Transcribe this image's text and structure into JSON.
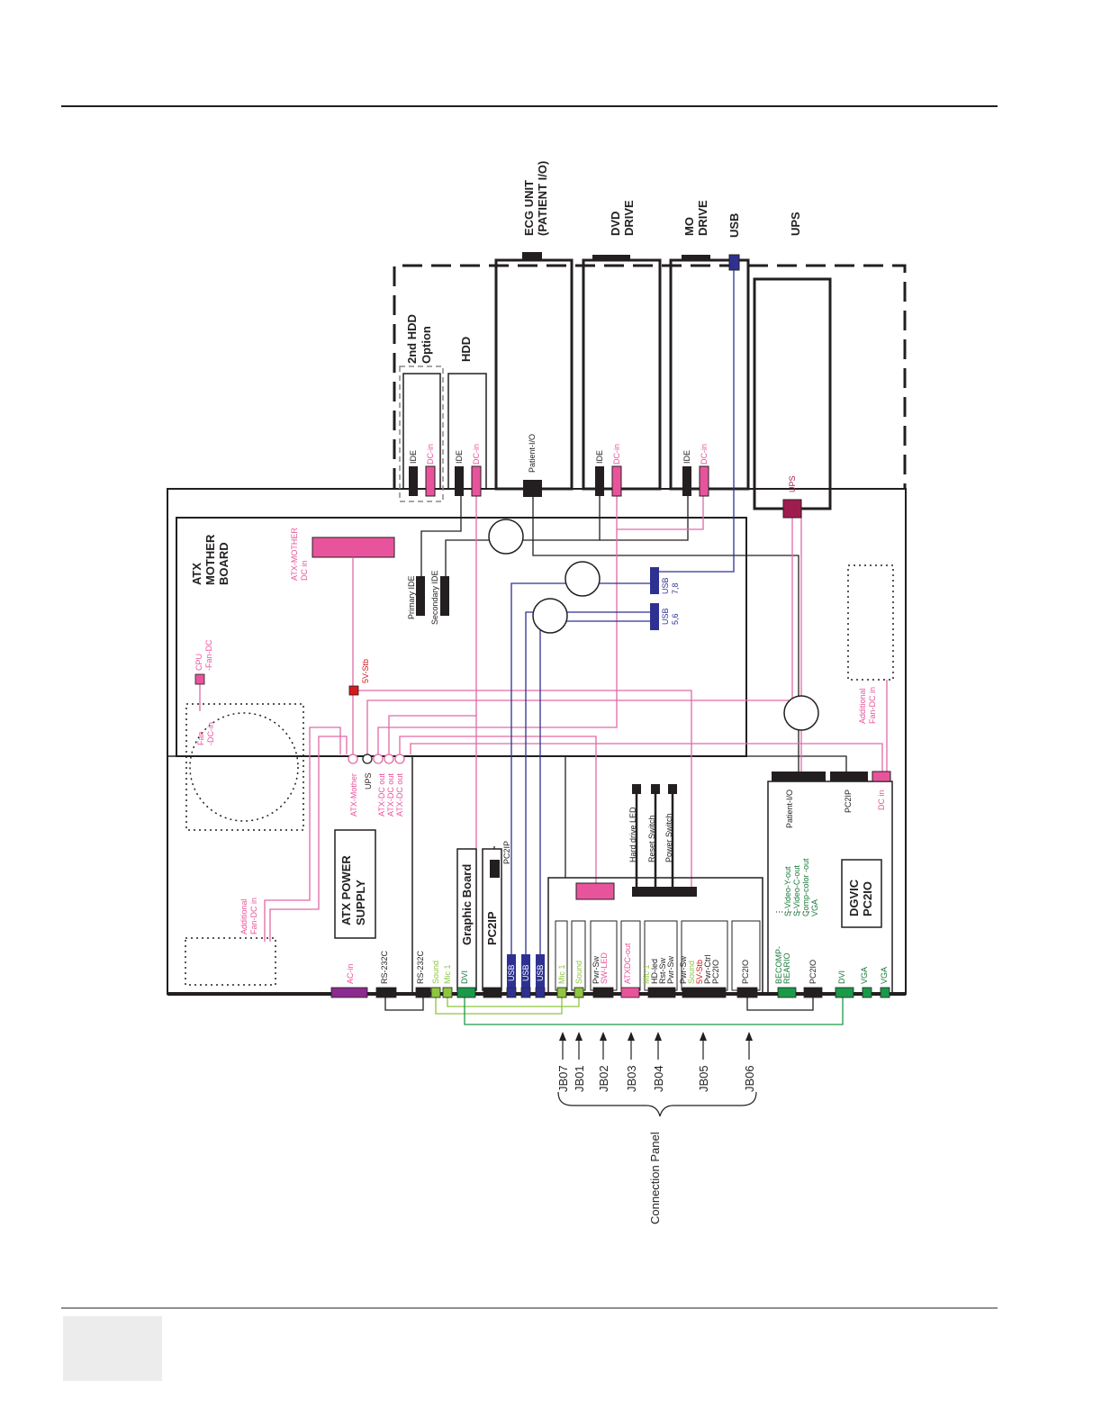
{
  "colors": {
    "black": "#231f20",
    "pink": "#e8549c",
    "pinkLine": "#e06aa6",
    "blue": "#2e3192",
    "green": "#1a9a48",
    "lime": "#8dc63f",
    "purple": "#8b2b8f",
    "ups": "#a01c4f",
    "red": "#d7191c",
    "pinkText": "#e8549c",
    "greenText": "#1a7a3c",
    "limeText": "#8dc63f",
    "blueText": "#2e3192"
  },
  "top_labels": {
    "ecg": [
      "ECG UNIT",
      "(PATIENT I/O)"
    ],
    "dvd": [
      "DVD",
      "DRIVE"
    ],
    "mo": [
      "MO",
      "DRIVE"
    ],
    "usb": "USB",
    "ups": "UPS",
    "hdd2": [
      "2nd HDD",
      "Option"
    ],
    "hdd": "HDD"
  },
  "drive_ports": {
    "ide": "IDE",
    "dcin": "DC-in",
    "patient_io": "Patient-I/O",
    "ups": "UPS"
  },
  "motherboard": {
    "title": [
      "ATX",
      "MOTHER",
      "BOARD"
    ],
    "atx_mother_dc": [
      "ATX-MOTHER",
      "DC in"
    ],
    "primary_ide": "Primary IDE",
    "secondary_ide": "Secondary IDE",
    "usb78": [
      "USB",
      "7,8"
    ],
    "usb56": [
      "USB",
      "5,6"
    ],
    "cpu_fan": [
      "CPU",
      "-Fan-DC"
    ],
    "stb": "5V-Stb",
    "fan_dc_in": [
      "Fan",
      "-DC-in"
    ]
  },
  "power_supply": {
    "title": [
      "ATX POWER",
      "SUPPLY"
    ],
    "outputs": [
      "ATX-Mother",
      "UPS",
      "ATX-DC out",
      "ATX-DC out",
      "ATX-DC out"
    ],
    "additional_fan": [
      "Additional",
      "Fan-DC in"
    ]
  },
  "right_side": {
    "additional_fan": [
      "Additional",
      "Fan-DC in"
    ],
    "patient_io": "Patient-I/O",
    "pc2ip": "PC2IP",
    "dc_in": "DC in",
    "video_outputs": [
      "S-Video-Y-out",
      "S-Video-C-out",
      "Comp-color -out",
      "VGA"
    ],
    "dgvic": [
      "DGVIC",
      "PC2IO"
    ]
  },
  "boards": {
    "graphic": "Graphic Board",
    "pc2ip": "PC2IP",
    "pc2ip_small": "PC2IP"
  },
  "switches": [
    "Hard drive LED",
    "Reset Switch",
    "Power Switch"
  ],
  "rear_panel": [
    {
      "lines": [
        "AC-in"
      ],
      "color": "pink"
    },
    {
      "lines": [
        "RS-232C"
      ],
      "color": "black"
    },
    {
      "lines": [
        "RS-232C"
      ],
      "color": "black"
    },
    {
      "lines": [
        "Sound"
      ],
      "color": "lime"
    },
    {
      "lines": [
        "Mic 1"
      ],
      "color": "lime"
    },
    {
      "lines": [
        "DVI"
      ],
      "color": "green"
    },
    {
      "lines": [
        "USB"
      ],
      "color": "blue"
    },
    {
      "lines": [
        "USB"
      ],
      "color": "blue"
    },
    {
      "lines": [
        "USB"
      ],
      "color": "blue"
    },
    {
      "lines": [
        "Mic 1"
      ],
      "color": "lime"
    },
    {
      "lines": [
        "Sound"
      ],
      "color": "lime"
    },
    {
      "lines": [
        "Pwr-Sw",
        "SW-LED"
      ],
      "color": "mixed1"
    },
    {
      "lines": [
        "ATXDC-out"
      ],
      "color": "pink"
    },
    {
      "lines": [
        "Mic 1",
        "HD-led",
        "Rst-Sw",
        "Pwr-Sw"
      ],
      "color": "mixed2"
    },
    {
      "lines": [
        "Pwr-Sw",
        "Sound",
        "5V-Stb",
        "Pwr-Ctrl",
        "PC2IO"
      ],
      "color": "mixed3"
    },
    {
      "lines": [
        "PC2IO"
      ],
      "color": "black"
    },
    {
      "lines": [
        "BECOMP-",
        "REARIO"
      ],
      "color": "green"
    },
    {
      "lines": [
        "PC2IO"
      ],
      "color": "black"
    },
    {
      "lines": [
        "DVI"
      ],
      "color": "green"
    },
    {
      "lines": [
        "VGA"
      ],
      "color": "green"
    },
    {
      "lines": [
        "VGA"
      ],
      "color": "green"
    }
  ],
  "jb_labels": [
    "JB07",
    "JB01",
    "JB02",
    "JB03",
    "JB04",
    "JB05",
    "JB06"
  ],
  "connection_panel": "Connection Panel"
}
